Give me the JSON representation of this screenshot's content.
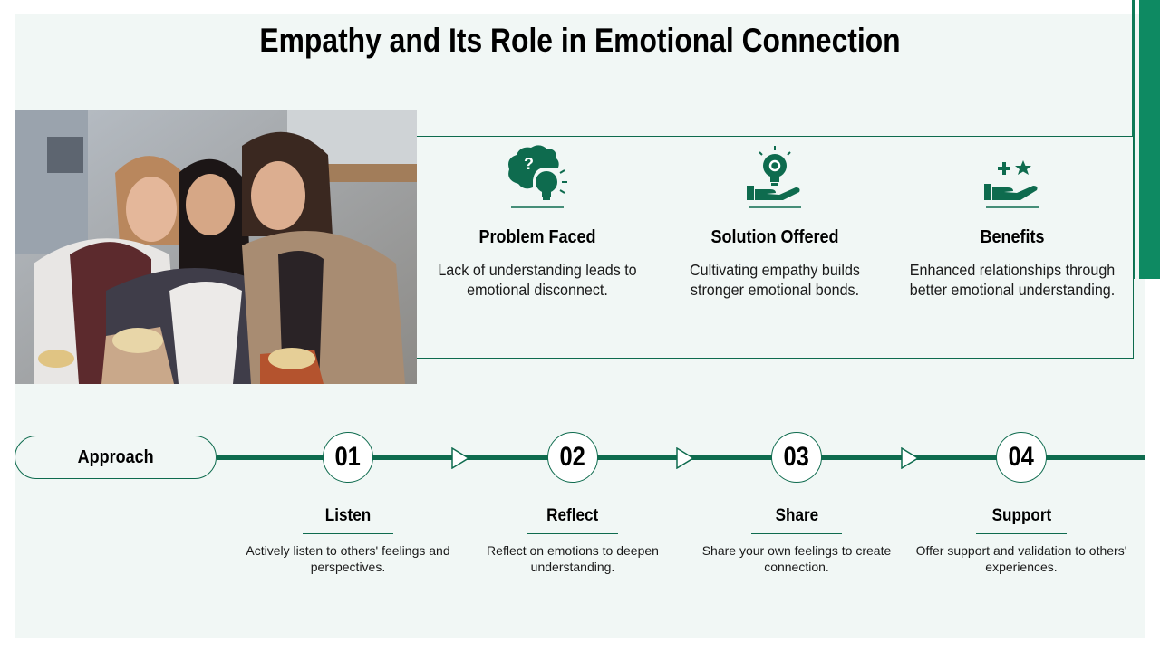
{
  "slide": {
    "title": "Empathy and Its Role in Emotional Connection"
  },
  "photo": {
    "description_icon": "photo-three-women-on-couch"
  },
  "info": [
    {
      "icon": "brain-bulb-question-icon",
      "title": "Problem Faced",
      "desc": "Lack of understanding leads to emotional disconnect."
    },
    {
      "icon": "hand-lightbulb-gear-icon",
      "title": "Solution Offered",
      "desc": "Cultivating empathy builds stronger emotional bonds."
    },
    {
      "icon": "hand-plus-star-icon",
      "title": "Benefits",
      "desc": "Enhanced relationships through better emotional understanding."
    }
  ],
  "approach": {
    "label": "Approach"
  },
  "steps": [
    {
      "num": "01",
      "title": "Listen",
      "desc": "Actively listen to others' feelings and perspectives."
    },
    {
      "num": "02",
      "title": "Reflect",
      "desc": "Reflect on emotions to deepen understanding."
    },
    {
      "num": "03",
      "title": "Share",
      "desc": "Share your own feelings to create connection."
    },
    {
      "num": "04",
      "title": "Support",
      "desc": "Offer support and validation to others' experiences."
    }
  ],
  "colors": {
    "accent": "#0e6b4e",
    "accent_bright": "#0e8a62",
    "panel_bg": "#f1f7f5"
  }
}
